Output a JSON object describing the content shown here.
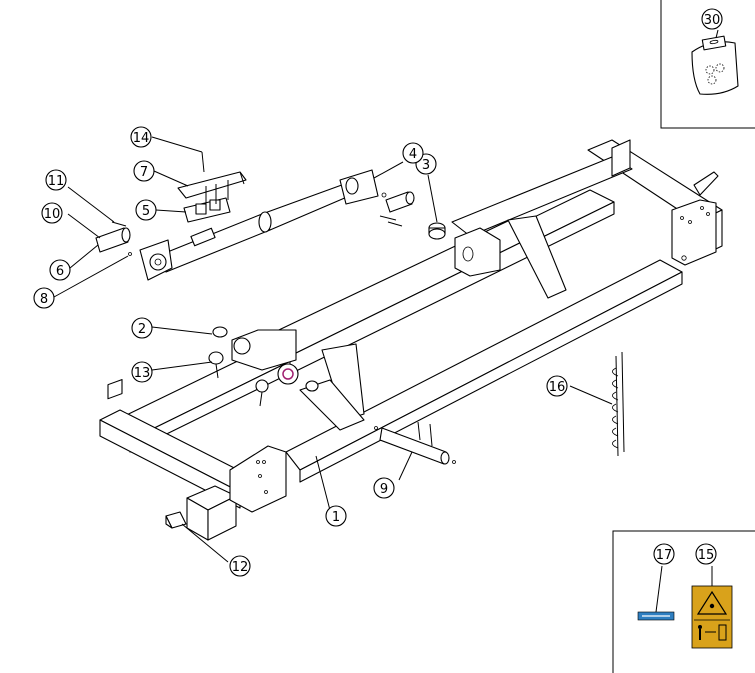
{
  "diagram": {
    "callouts": [
      {
        "id": "c1",
        "label": "1"
      },
      {
        "id": "c2",
        "label": "2"
      },
      {
        "id": "c3",
        "label": "3"
      },
      {
        "id": "c4",
        "label": "4"
      },
      {
        "id": "c5",
        "label": "5"
      },
      {
        "id": "c6",
        "label": "6"
      },
      {
        "id": "c7",
        "label": "7"
      },
      {
        "id": "c8",
        "label": "8"
      },
      {
        "id": "c9",
        "label": "9"
      },
      {
        "id": "c10",
        "label": "10"
      },
      {
        "id": "c11",
        "label": "11"
      },
      {
        "id": "c12",
        "label": "12"
      },
      {
        "id": "c13",
        "label": "13"
      },
      {
        "id": "c14",
        "label": "14"
      },
      {
        "id": "c15",
        "label": "15"
      },
      {
        "id": "c16",
        "label": "16"
      },
      {
        "id": "c17",
        "label": "17"
      },
      {
        "id": "c30",
        "label": "30"
      }
    ],
    "colors": {
      "line": "#000000",
      "warning_label_yellow": "#d9a21b",
      "sticker_blue": "#2f7fc1",
      "background": "#ffffff"
    }
  }
}
